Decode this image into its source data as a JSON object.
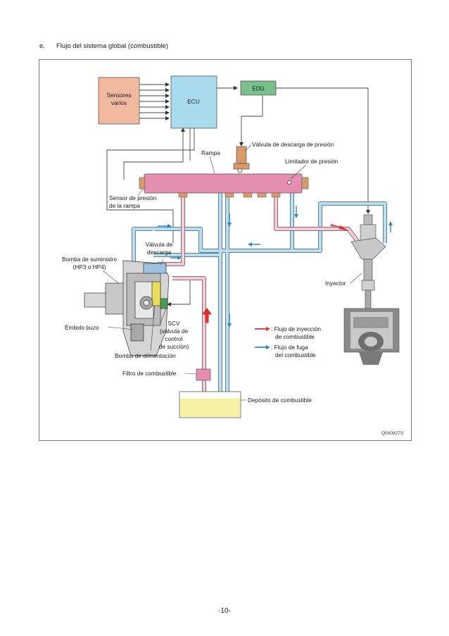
{
  "heading": {
    "letter": "e.",
    "title": "Flujo del sistema global (combustible)"
  },
  "boxes": {
    "sensores": [
      "Sensores",
      "varios"
    ],
    "ecu": "ECU",
    "edu": "EDU"
  },
  "labels": {
    "valvula_descarga_presion": "Válvula de descarga de presión",
    "rampa": "Rampa",
    "limitador_presion": "Limitador de presión",
    "sensor_presion": [
      "Sensor de presión",
      "de la rampa"
    ],
    "valvula_descarga": [
      "Válvula de",
      "descarga"
    ],
    "bomba_suministro": [
      "Bomba de suministro",
      "(HP3 o HP4)"
    ],
    "inyector": "Inyector",
    "embolo_buzo": "Émbolo buzo",
    "scv": [
      "SCV",
      "(válvula de",
      "control",
      "de succión)"
    ],
    "bomba_alimentacion": "Bomba de alimentación",
    "filtro": "Filtro de combustible",
    "deposito": "Depósito de combustible"
  },
  "legend": {
    "injection": [
      ": Flujo de inyección",
      "de combustible"
    ],
    "leak": [
      ": Flujo de fuga",
      "del combustible"
    ]
  },
  "figure_code": "Q000927S",
  "page_number": "-10-",
  "colors": {
    "sensor_box": "#f2b9a1",
    "ecu_box": "#a9dbee",
    "edu_box": "#79c08a",
    "rail": "#e48fb0",
    "high_pressure_pipe": "#f4cbd8",
    "leak_pipe": "#bcdff0",
    "tank_fuel": "#f5f0a3",
    "injection_arrow": "#e02d2d",
    "leak_arrow": "#2f86c6"
  }
}
